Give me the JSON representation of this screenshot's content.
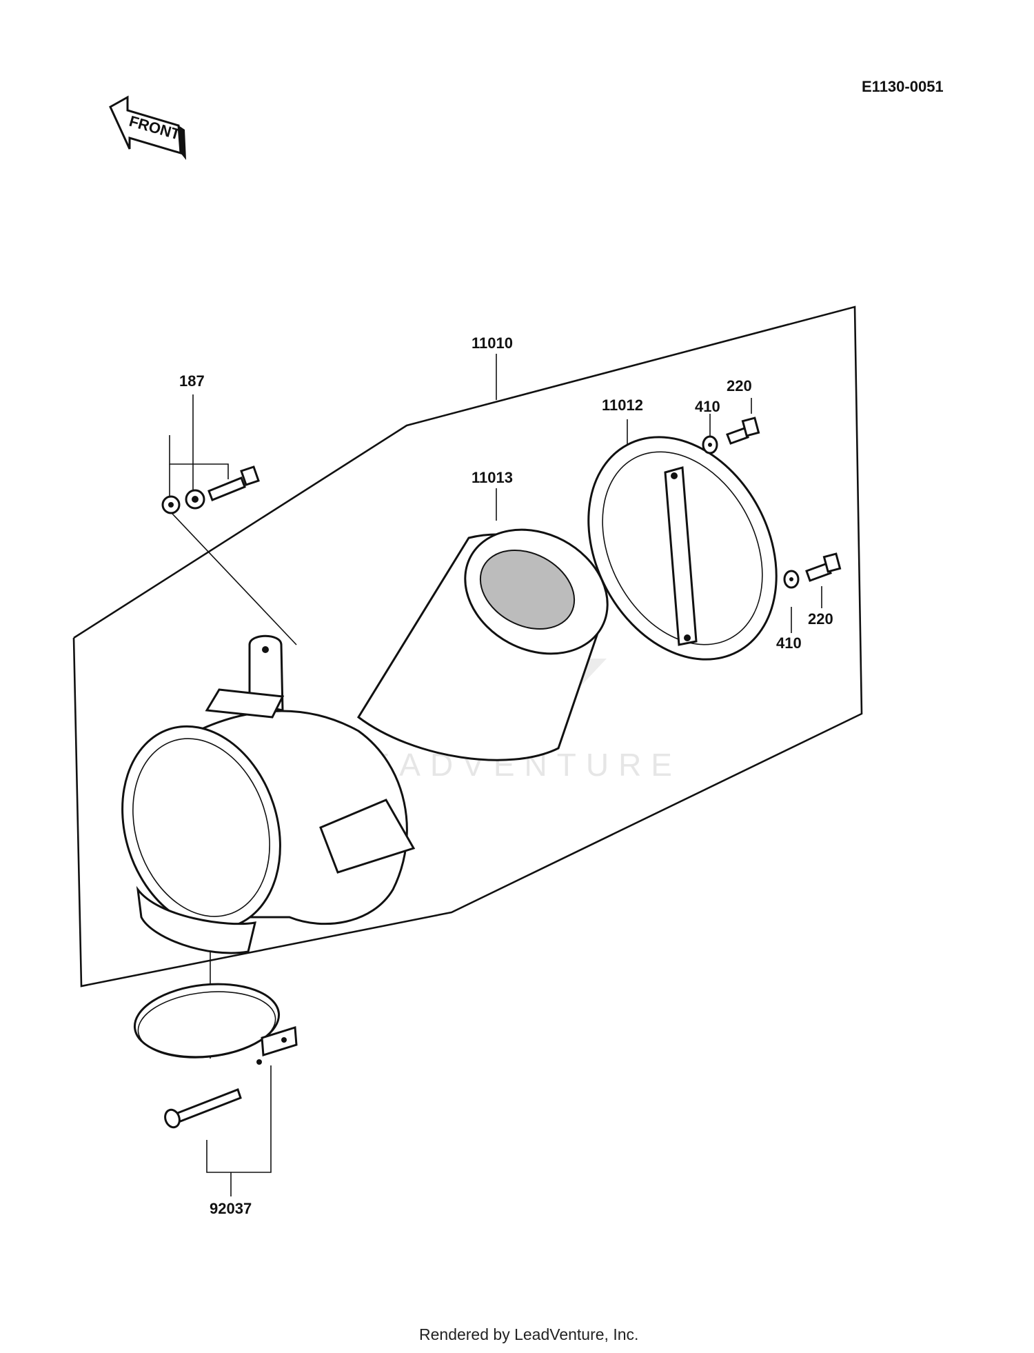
{
  "diagram_code": "E1130-0051",
  "front_arrow": "FRONT",
  "watermark": "LEADVENTURE",
  "footer": "Rendered by LeadVenture, Inc.",
  "callouts": {
    "assembly": "11010",
    "bolt_washer_left": "187",
    "filter_element": "11013",
    "cover": "11012",
    "washer_top": "410",
    "bolt_top": "220",
    "washer_right": "410",
    "bolt_right": "220",
    "clamp_bolt": "92037"
  }
}
